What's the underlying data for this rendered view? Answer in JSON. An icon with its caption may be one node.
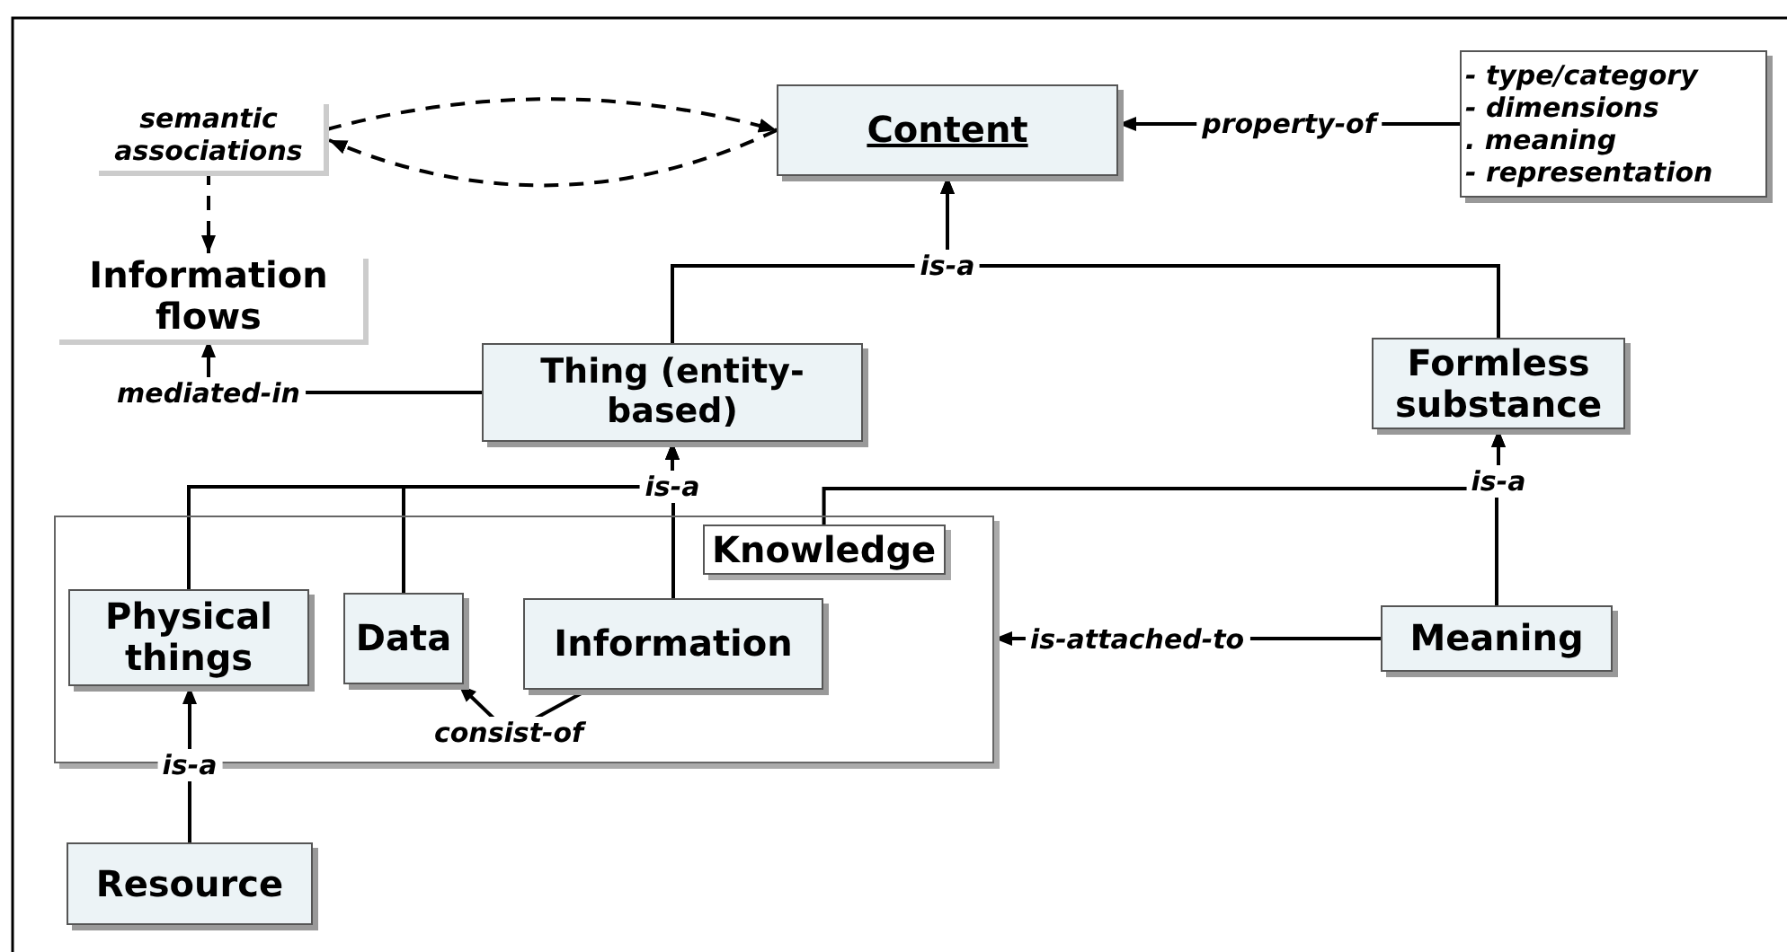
{
  "diagram": {
    "nodes": [
      {
        "text": [
          "semantic associations"
        ]
      },
      {
        "text": [
          "Content"
        ]
      },
      {
        "text": [
          "- type/category",
          "- dimensions",
          ". meaning",
          "- representation"
        ]
      },
      {
        "text": [
          "Information flows"
        ]
      },
      {
        "text": [
          "Thing (entity-based)"
        ]
      },
      {
        "text": [
          "Formless substance"
        ]
      },
      {
        "text": [
          "Knowledge"
        ]
      },
      {
        "text": [
          "Physical things"
        ],
        "in": 6
      },
      {
        "text": [
          "Data"
        ],
        "in": 6
      },
      {
        "text": [
          "Information"
        ],
        "in": 6
      },
      {
        "text": [
          "Meaning"
        ]
      },
      {
        "text": [
          "Resource"
        ]
      }
    ],
    "edges": [
      {
        "from": 0,
        "to": 1,
        "arrow": "to",
        "style": "dashed"
      },
      {
        "from": 1,
        "to": 0,
        "arrow": "to",
        "style": "dashed"
      },
      {
        "from": 0,
        "to": 3,
        "arrow": "to",
        "style": "dashed"
      },
      {
        "from": 2,
        "to": 1,
        "arrow": "to",
        "label": "property-of"
      },
      {
        "from": 4,
        "to": 1,
        "arrow": "to",
        "label": "is-a"
      },
      {
        "from": 5,
        "to": 1,
        "arrow": "to"
      },
      {
        "from": 4,
        "to": 3,
        "arrow": "to",
        "label": "mediated-in"
      },
      {
        "from": 9,
        "to": 4,
        "arrow": "to",
        "label": "is-a"
      },
      {
        "from": 7,
        "to": 4,
        "arrow": "to"
      },
      {
        "from": 8,
        "to": 4,
        "arrow": "to"
      },
      {
        "from": 10,
        "to": 5,
        "arrow": "to",
        "label": "is-a"
      },
      {
        "from": 6,
        "to": 5,
        "arrow": "to"
      },
      {
        "from": 10,
        "to": 6,
        "arrow": "to",
        "label": "is-attached-to"
      },
      {
        "from": 9,
        "to": 8,
        "arrow": "to",
        "label": "consist-of"
      },
      {
        "from": 11,
        "to": 7,
        "arrow": "to",
        "label": "is-a"
      }
    ]
  }
}
